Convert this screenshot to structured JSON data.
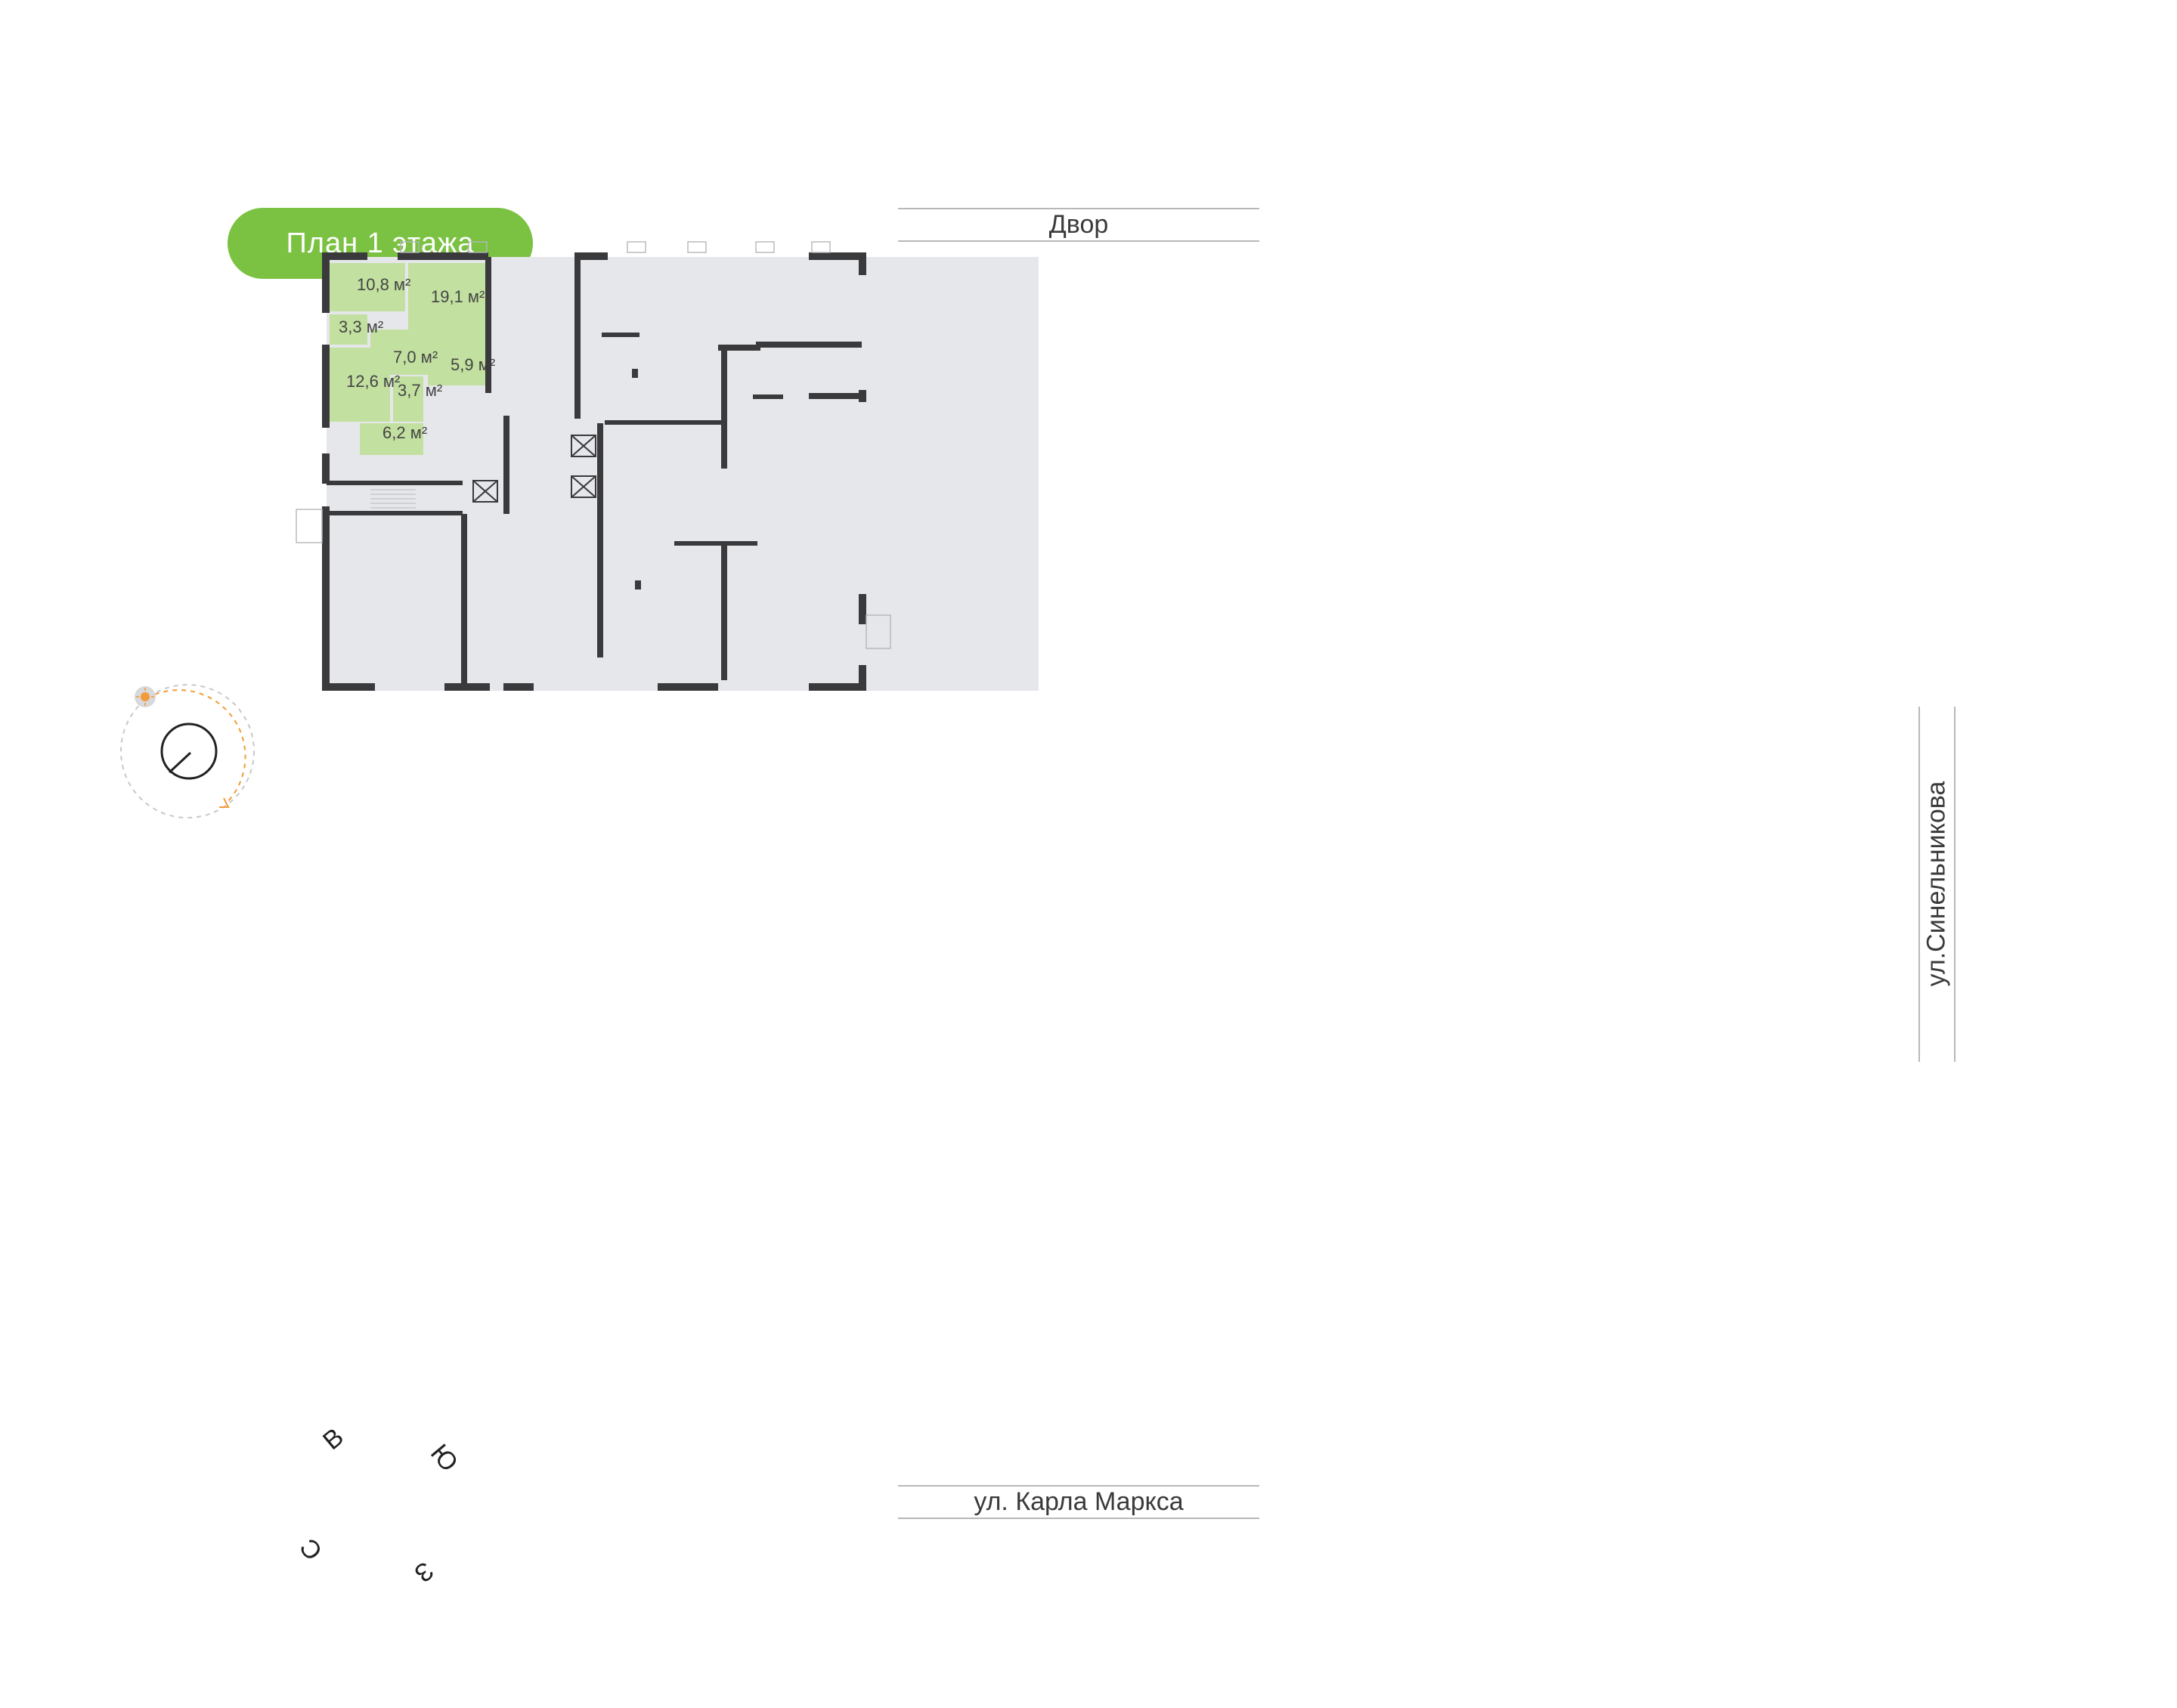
{
  "header": {
    "plan_title": "План 1 этажа"
  },
  "streets": {
    "top": "Двор",
    "bottom": "ул. Карла Маркса",
    "right": "ул.Синельникова"
  },
  "highlighted_apartment": {
    "color": "#c2e0a0",
    "rooms": [
      {
        "name": "room-a",
        "area": "10,8 м²"
      },
      {
        "name": "room-b",
        "area": "19,1 м²"
      },
      {
        "name": "room-c",
        "area": "3,3 м²"
      },
      {
        "name": "room-d",
        "area": "7,0 м²"
      },
      {
        "name": "room-e",
        "area": "5,9 м²"
      },
      {
        "name": "room-f",
        "area": "12,6 м²"
      },
      {
        "name": "room-g",
        "area": "3,7 м²"
      },
      {
        "name": "room-h",
        "area": "6,2 м²"
      }
    ]
  },
  "compass": {
    "letters": {
      "east": "В",
      "south": "Ю",
      "north": "С",
      "west": "З"
    },
    "sun_icon": "sun-icon",
    "sun_path_color": "#f29b38"
  },
  "colors": {
    "accent": "#7bc142",
    "wall": "#3a3a3c",
    "floor": "#e6e7ea"
  }
}
